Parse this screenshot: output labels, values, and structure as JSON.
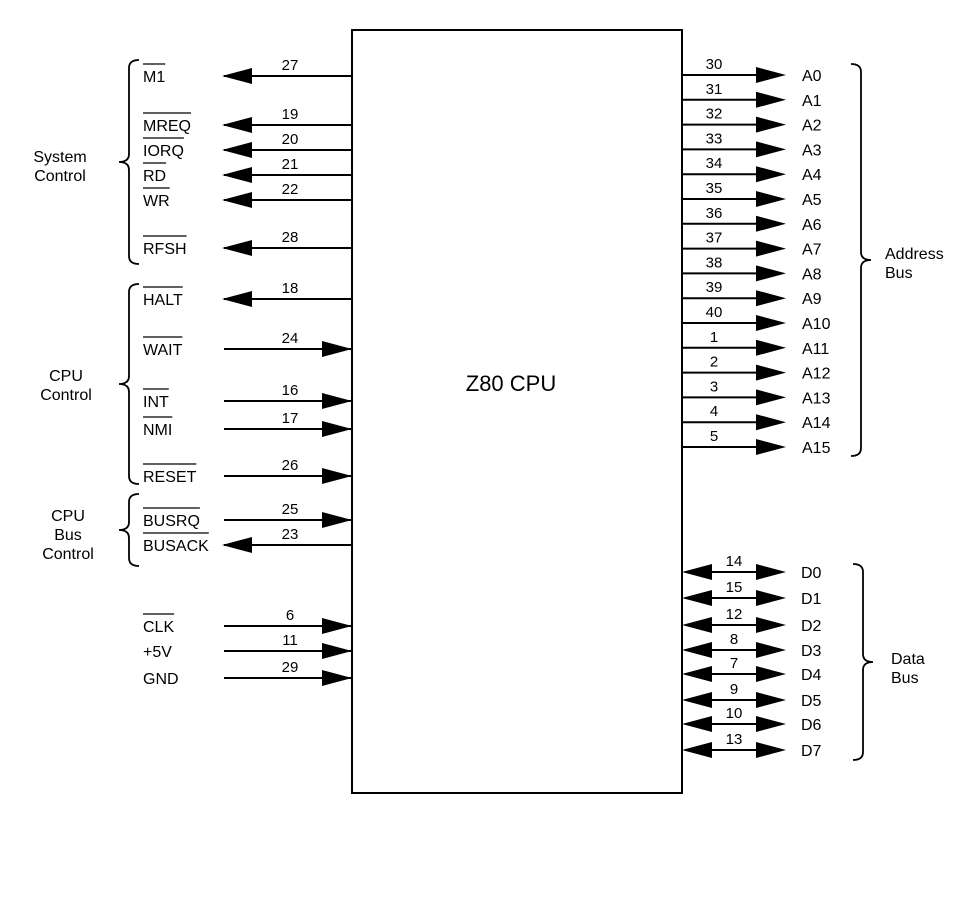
{
  "chip": {
    "label": "Z80 CPU"
  },
  "left_signals": [
    {
      "id": "m1",
      "name": "M1",
      "pin": "27",
      "dir": "out",
      "overbar": true
    },
    {
      "id": "mreq",
      "name": "MREQ",
      "pin": "19",
      "dir": "out",
      "overbar": true
    },
    {
      "id": "iorq",
      "name": "IORQ",
      "pin": "20",
      "dir": "out",
      "overbar": true
    },
    {
      "id": "rd",
      "name": "RD",
      "pin": "21",
      "dir": "out",
      "overbar": true
    },
    {
      "id": "wr",
      "name": "WR",
      "pin": "22",
      "dir": "out",
      "overbar": true
    },
    {
      "id": "rfsh",
      "name": "RFSH",
      "pin": "28",
      "dir": "out",
      "overbar": true
    },
    {
      "id": "halt",
      "name": "HALT",
      "pin": "18",
      "dir": "out",
      "overbar": true
    },
    {
      "id": "wait",
      "name": "WAIT",
      "pin": "24",
      "dir": "in",
      "overbar": true
    },
    {
      "id": "int",
      "name": "INT",
      "pin": "16",
      "dir": "in",
      "overbar": true
    },
    {
      "id": "nmi",
      "name": "NMI",
      "pin": "17",
      "dir": "in",
      "overbar": true
    },
    {
      "id": "reset",
      "name": "RESET",
      "pin": "26",
      "dir": "in",
      "overbar": true
    },
    {
      "id": "busrq",
      "name": "BUSRQ",
      "pin": "25",
      "dir": "in",
      "overbar": true
    },
    {
      "id": "busack",
      "name": "BUSACK",
      "pin": "23",
      "dir": "out",
      "overbar": true
    },
    {
      "id": "clk",
      "name": "CLK",
      "pin": "6",
      "dir": "in",
      "overbar": true
    },
    {
      "id": "vcc",
      "name": "+5V",
      "pin": "11",
      "dir": "in",
      "overbar": false
    },
    {
      "id": "gnd",
      "name": "GND",
      "pin": "29",
      "dir": "in",
      "overbar": false
    }
  ],
  "address_bus": [
    {
      "name": "A0",
      "pin": "30"
    },
    {
      "name": "A1",
      "pin": "31"
    },
    {
      "name": "A2",
      "pin": "32"
    },
    {
      "name": "A3",
      "pin": "33"
    },
    {
      "name": "A4",
      "pin": "34"
    },
    {
      "name": "A5",
      "pin": "35"
    },
    {
      "name": "A6",
      "pin": "36"
    },
    {
      "name": "A7",
      "pin": "37"
    },
    {
      "name": "A8",
      "pin": "38"
    },
    {
      "name": "A9",
      "pin": "39"
    },
    {
      "name": "A10",
      "pin": "40"
    },
    {
      "name": "A11",
      "pin": "1"
    },
    {
      "name": "A12",
      "pin": "2"
    },
    {
      "name": "A13",
      "pin": "3"
    },
    {
      "name": "A14",
      "pin": "4"
    },
    {
      "name": "A15",
      "pin": "5"
    }
  ],
  "data_bus": [
    {
      "name": "D0",
      "pin": "14"
    },
    {
      "name": "D1",
      "pin": "15"
    },
    {
      "name": "D2",
      "pin": "12"
    },
    {
      "name": "D3",
      "pin": "8"
    },
    {
      "name": "D4",
      "pin": "7"
    },
    {
      "name": "D5",
      "pin": "9"
    },
    {
      "name": "D6",
      "pin": "10"
    },
    {
      "name": "D7",
      "pin": "13"
    }
  ],
  "groups": {
    "system_control": [
      "System",
      "Control"
    ],
    "cpu_control": [
      "CPU",
      "Control"
    ],
    "cpu_bus_control": [
      "CPU",
      "Bus",
      "Control"
    ],
    "address_bus": [
      "Address",
      "Bus"
    ],
    "data_bus": [
      "Data",
      "Bus"
    ]
  }
}
